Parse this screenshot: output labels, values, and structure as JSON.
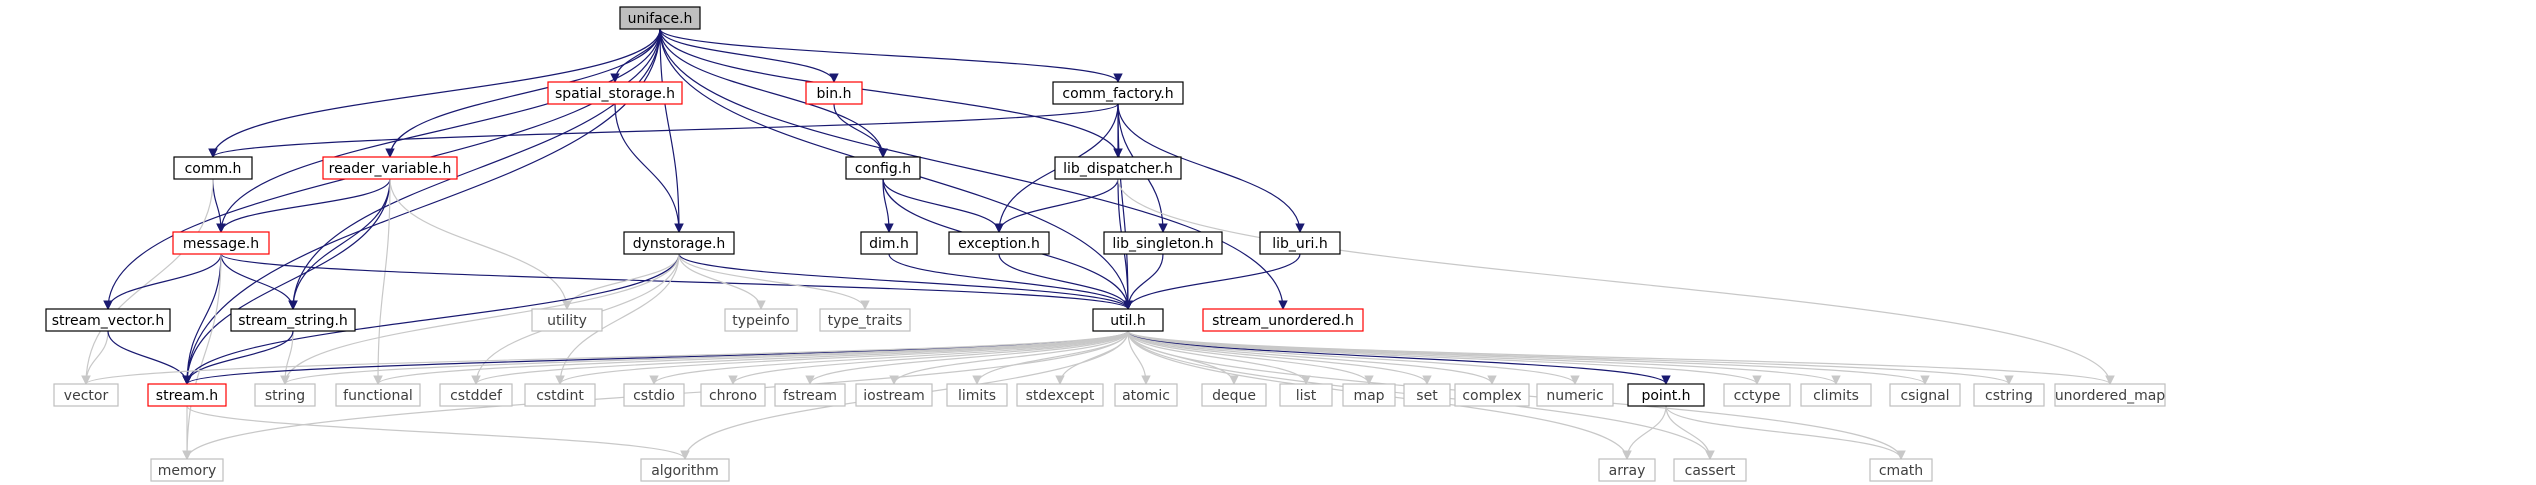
{
  "colors": {
    "edge_dark": "#191970",
    "edge_light": "#c8c8c8",
    "node_border_black": "#000000",
    "node_border_red": "#ff0000",
    "node_border_gray": "#bfbfbf",
    "root_fill": "#bfbfbf",
    "text_dark": "#000000",
    "text_gray": "#404040"
  },
  "nodes": [
    {
      "id": "uniface",
      "label": "uniface.h",
      "style": "root"
    },
    {
      "id": "spatial_storage",
      "label": "spatial_storage.h",
      "style": "red"
    },
    {
      "id": "bin",
      "label": "bin.h",
      "style": "red"
    },
    {
      "id": "comm_factory",
      "label": "comm_factory.h",
      "style": "black"
    },
    {
      "id": "comm",
      "label": "comm.h",
      "style": "black"
    },
    {
      "id": "reader_variable",
      "label": "reader_variable.h",
      "style": "red"
    },
    {
      "id": "config",
      "label": "config.h",
      "style": "black"
    },
    {
      "id": "lib_dispatcher",
      "label": "lib_dispatcher.h",
      "style": "black"
    },
    {
      "id": "message",
      "label": "message.h",
      "style": "red"
    },
    {
      "id": "dynstorage",
      "label": "dynstorage.h",
      "style": "black"
    },
    {
      "id": "dim",
      "label": "dim.h",
      "style": "black"
    },
    {
      "id": "exception",
      "label": "exception.h",
      "style": "black"
    },
    {
      "id": "lib_singleton",
      "label": "lib_singleton.h",
      "style": "black"
    },
    {
      "id": "lib_uri",
      "label": "lib_uri.h",
      "style": "black"
    },
    {
      "id": "stream_vector",
      "label": "stream_vector.h",
      "style": "black"
    },
    {
      "id": "stream_string",
      "label": "stream_string.h",
      "style": "black"
    },
    {
      "id": "utility",
      "label": "utility",
      "style": "gray"
    },
    {
      "id": "typeinfo",
      "label": "typeinfo",
      "style": "gray"
    },
    {
      "id": "type_traits",
      "label": "type_traits",
      "style": "gray"
    },
    {
      "id": "util",
      "label": "util.h",
      "style": "black"
    },
    {
      "id": "stream_unordered",
      "label": "stream_unordered.h",
      "style": "red"
    },
    {
      "id": "vector",
      "label": "vector",
      "style": "gray"
    },
    {
      "id": "stream",
      "label": "stream.h",
      "style": "red"
    },
    {
      "id": "string",
      "label": "string",
      "style": "gray"
    },
    {
      "id": "functional",
      "label": "functional",
      "style": "gray"
    },
    {
      "id": "cstddef",
      "label": "cstddef",
      "style": "gray"
    },
    {
      "id": "cstdint",
      "label": "cstdint",
      "style": "gray"
    },
    {
      "id": "cstdio",
      "label": "cstdio",
      "style": "gray"
    },
    {
      "id": "chrono",
      "label": "chrono",
      "style": "gray"
    },
    {
      "id": "fstream",
      "label": "fstream",
      "style": "gray"
    },
    {
      "id": "iostream",
      "label": "iostream",
      "style": "gray"
    },
    {
      "id": "limits",
      "label": "limits",
      "style": "gray"
    },
    {
      "id": "stdexcept",
      "label": "stdexcept",
      "style": "gray"
    },
    {
      "id": "atomic",
      "label": "atomic",
      "style": "gray"
    },
    {
      "id": "deque",
      "label": "deque",
      "style": "gray"
    },
    {
      "id": "list",
      "label": "list",
      "style": "gray"
    },
    {
      "id": "map",
      "label": "map",
      "style": "gray"
    },
    {
      "id": "set",
      "label": "set",
      "style": "gray"
    },
    {
      "id": "complex",
      "label": "complex",
      "style": "gray"
    },
    {
      "id": "numeric",
      "label": "numeric",
      "style": "gray"
    },
    {
      "id": "point",
      "label": "point.h",
      "style": "black"
    },
    {
      "id": "cctype",
      "label": "cctype",
      "style": "gray"
    },
    {
      "id": "climits",
      "label": "climits",
      "style": "gray"
    },
    {
      "id": "csignal",
      "label": "csignal",
      "style": "gray"
    },
    {
      "id": "cstring",
      "label": "cstring",
      "style": "gray"
    },
    {
      "id": "unordered_map",
      "label": "unordered_map",
      "style": "gray"
    },
    {
      "id": "memory",
      "label": "memory",
      "style": "gray"
    },
    {
      "id": "algorithm",
      "label": "algorithm",
      "style": "gray"
    },
    {
      "id": "array",
      "label": "array",
      "style": "gray"
    },
    {
      "id": "cassert",
      "label": "cassert",
      "style": "gray"
    },
    {
      "id": "cmath",
      "label": "cmath",
      "style": "gray"
    }
  ],
  "edges": [
    [
      "uniface",
      "spatial_storage"
    ],
    [
      "uniface",
      "bin"
    ],
    [
      "uniface",
      "comm_factory"
    ],
    [
      "uniface",
      "comm"
    ],
    [
      "uniface",
      "reader_variable"
    ],
    [
      "uniface",
      "config"
    ],
    [
      "uniface",
      "lib_dispatcher"
    ],
    [
      "uniface",
      "message"
    ],
    [
      "uniface",
      "dynstorage"
    ],
    [
      "uniface",
      "stream_vector"
    ],
    [
      "uniface",
      "stream_string"
    ],
    [
      "uniface",
      "util"
    ],
    [
      "uniface",
      "stream_unordered"
    ],
    [
      "uniface",
      "stream"
    ],
    [
      "spatial_storage",
      "dynstorage"
    ],
    [
      "bin",
      "config"
    ],
    [
      "comm_factory",
      "comm"
    ],
    [
      "comm_factory",
      "lib_dispatcher"
    ],
    [
      "comm_factory",
      "exception"
    ],
    [
      "comm_factory",
      "lib_singleton"
    ],
    [
      "comm_factory",
      "lib_uri"
    ],
    [
      "comm_factory",
      "util"
    ],
    [
      "comm",
      "message"
    ],
    [
      "comm",
      "vector"
    ],
    [
      "reader_variable",
      "message"
    ],
    [
      "reader_variable",
      "stream_string"
    ],
    [
      "reader_variable",
      "utility"
    ],
    [
      "reader_variable",
      "stream"
    ],
    [
      "reader_variable",
      "functional"
    ],
    [
      "config",
      "dim"
    ],
    [
      "config",
      "exception"
    ],
    [
      "config",
      "util"
    ],
    [
      "lib_dispatcher",
      "exception"
    ],
    [
      "lib_dispatcher",
      "util"
    ],
    [
      "lib_dispatcher",
      "unordered_map"
    ],
    [
      "message",
      "stream_vector"
    ],
    [
      "message",
      "stream_string"
    ],
    [
      "message",
      "stream"
    ],
    [
      "message",
      "util"
    ],
    [
      "message",
      "memory"
    ],
    [
      "dynstorage",
      "utility"
    ],
    [
      "dynstorage",
      "typeinfo"
    ],
    [
      "dynstorage",
      "type_traits"
    ],
    [
      "dynstorage",
      "util"
    ],
    [
      "dynstorage",
      "stream"
    ],
    [
      "dynstorage",
      "cstddef"
    ],
    [
      "dynstorage",
      "string"
    ],
    [
      "dynstorage",
      "cstdint"
    ],
    [
      "dim",
      "util"
    ],
    [
      "exception",
      "util"
    ],
    [
      "lib_singleton",
      "util"
    ],
    [
      "lib_uri",
      "util"
    ],
    [
      "stream_vector",
      "vector"
    ],
    [
      "stream_vector",
      "stream"
    ],
    [
      "stream_string",
      "string"
    ],
    [
      "stream_string",
      "stream"
    ],
    [
      "stream",
      "memory"
    ],
    [
      "stream",
      "algorithm"
    ],
    [
      "util",
      "stream"
    ],
    [
      "util",
      "vector"
    ],
    [
      "util",
      "string"
    ],
    [
      "util",
      "functional"
    ],
    [
      "util",
      "cstddef"
    ],
    [
      "util",
      "cstdint"
    ],
    [
      "util",
      "cstdio"
    ],
    [
      "util",
      "chrono"
    ],
    [
      "util",
      "fstream"
    ],
    [
      "util",
      "iostream"
    ],
    [
      "util",
      "limits"
    ],
    [
      "util",
      "stdexcept"
    ],
    [
      "util",
      "atomic"
    ],
    [
      "util",
      "deque"
    ],
    [
      "util",
      "list"
    ],
    [
      "util",
      "map"
    ],
    [
      "util",
      "set"
    ],
    [
      "util",
      "complex"
    ],
    [
      "util",
      "numeric"
    ],
    [
      "util",
      "point"
    ],
    [
      "util",
      "cctype"
    ],
    [
      "util",
      "climits"
    ],
    [
      "util",
      "csignal"
    ],
    [
      "util",
      "cstring"
    ],
    [
      "util",
      "unordered_map"
    ],
    [
      "util",
      "memory"
    ],
    [
      "util",
      "algorithm"
    ],
    [
      "util",
      "array"
    ],
    [
      "util",
      "cassert"
    ],
    [
      "util",
      "cmath"
    ],
    [
      "point",
      "array"
    ],
    [
      "point",
      "cassert"
    ],
    [
      "point",
      "cmath"
    ]
  ]
}
